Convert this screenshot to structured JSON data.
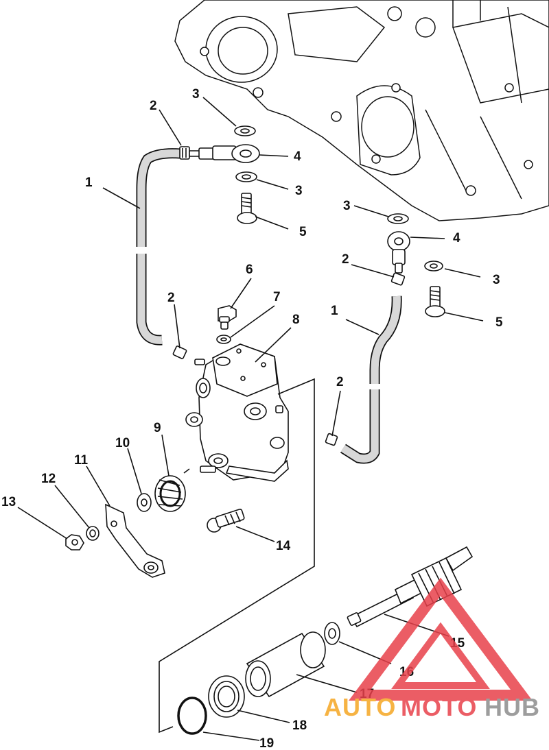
{
  "diagram": {
    "callouts": {
      "c1a": "1",
      "c1b": "1",
      "c2a": "2",
      "c2b": "2",
      "c2c": "2",
      "c2d": "2",
      "c3a": "3",
      "c3b": "3",
      "c3c": "3",
      "c3d": "3",
      "c4a": "4",
      "c4b": "4",
      "c5a": "5",
      "c5b": "5",
      "c6": "6",
      "c7": "7",
      "c8": "8",
      "c9": "9",
      "c10": "10",
      "c11": "11",
      "c12": "12",
      "c13": "13",
      "c14": "14",
      "c15": "15",
      "c16": "16",
      "c17": "17",
      "c18": "18",
      "c19": "19"
    }
  },
  "watermark": {
    "part1": "AUTO",
    "part2": "MOTO",
    "part3": "HUB",
    "colors": {
      "orange": "#f5a623",
      "red": "#e8414b",
      "gray": "#8c8c8c"
    }
  }
}
